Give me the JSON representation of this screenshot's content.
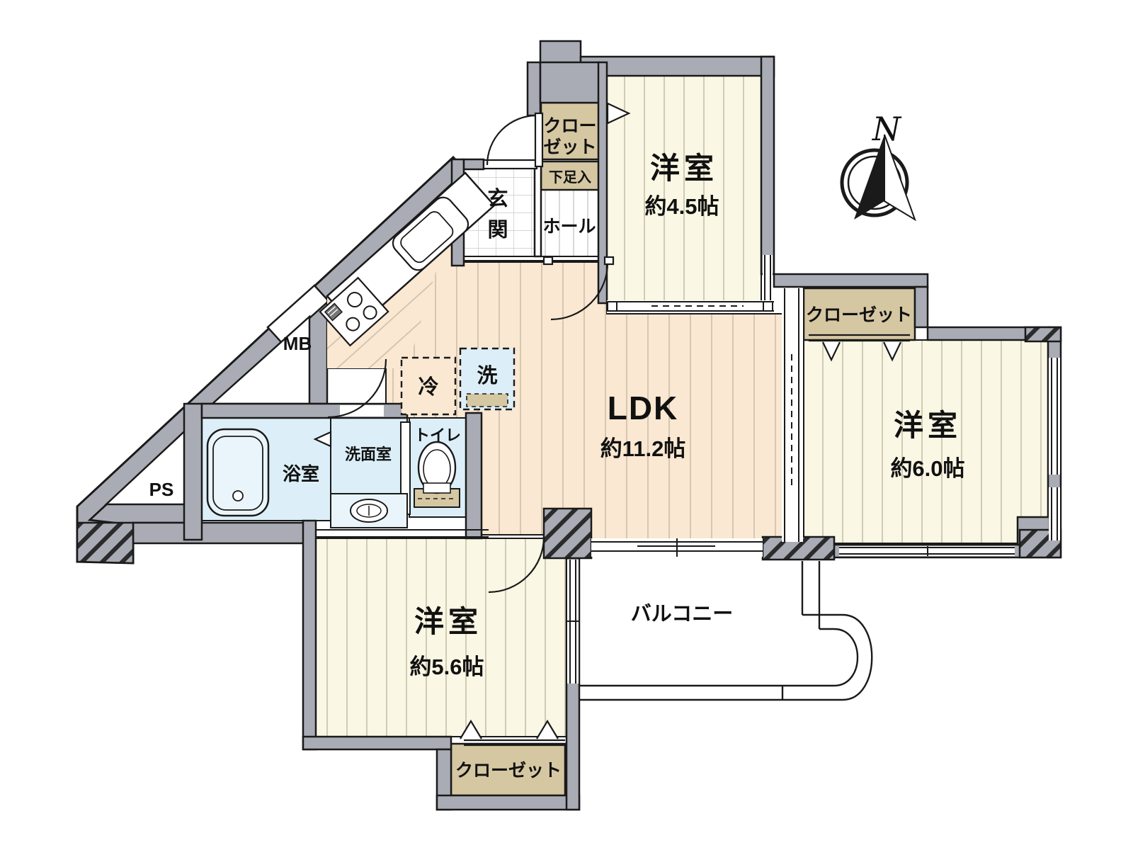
{
  "plan": {
    "type": "floor-plan",
    "compass": {
      "north_label": "N"
    },
    "rooms": {
      "yoshitsu_45": {
        "name": "洋室",
        "size": "約4.5帖"
      },
      "yoshitsu_60": {
        "name": "洋室",
        "size": "約6.0帖"
      },
      "yoshitsu_56": {
        "name": "洋室",
        "size": "約5.6帖"
      },
      "ldk": {
        "name": "LDK",
        "size": "約11.2帖"
      },
      "balcony": {
        "name": "バルコニー"
      },
      "genkan": {
        "line1": "玄",
        "line2": "関"
      },
      "hall": {
        "name": "ホール"
      },
      "shoe_box": {
        "name": "下足入"
      },
      "closet_entry": {
        "line1": "クロー",
        "line2": "ゼット"
      },
      "closet_east": {
        "name": "クローゼット"
      },
      "closet_south": {
        "name": "クローゼット"
      },
      "bathroom": {
        "name": "浴室"
      },
      "washroom": {
        "name": "洗面室"
      },
      "toilet": {
        "name": "トイレ"
      },
      "refrigerator": {
        "name": "冷"
      },
      "washer": {
        "name": "洗"
      },
      "meter_box": {
        "name": "MB"
      },
      "pipe_space": {
        "name": "PS"
      }
    }
  },
  "colors": {
    "wall": "#A9ACB5",
    "outline": "#1A1A1A",
    "cream": "#FAF7E4",
    "creamStripe": "#C6C0A8",
    "peach": "#FAE8D2",
    "peachStripe": "#CCBFA9",
    "tan": "#D5C7A2",
    "blue": "#DCEFF8",
    "grid": "#C9C9C9",
    "hatch": "#2B2B2B"
  }
}
